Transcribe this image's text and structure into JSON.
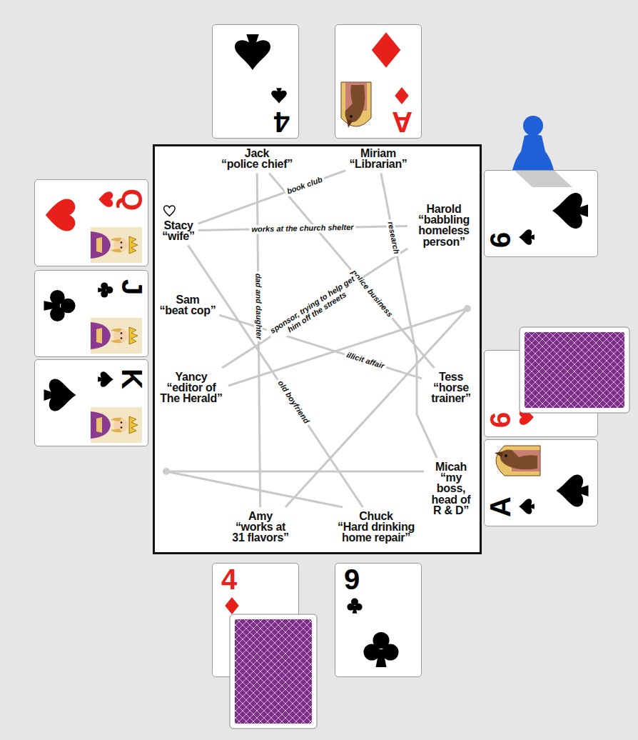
{
  "diagram": {
    "nodes": [
      {
        "text": [
          "Jack",
          "“police chief”"
        ]
      },
      {
        "text": [
          "Miriam",
          "“Librarian”"
        ]
      },
      {
        "text": [
          "Harold",
          "“babbling homeless person”"
        ]
      },
      {
        "text": [
          "Stacy",
          "“wife”"
        ]
      },
      {
        "text": [
          "Sam",
          "“beat cop”"
        ]
      },
      {
        "text": [
          "Yancy",
          "“editor of The Herald”"
        ]
      },
      {
        "text": [
          "Tess",
          "“horse trainer”"
        ]
      },
      {
        "text": [
          "Micah",
          "“my boss, head of R & D”"
        ]
      },
      {
        "text": [
          "Amy",
          "“works at 31 flavors”"
        ]
      },
      {
        "text": [
          "Chuck",
          "“Hard drinking home repair”"
        ]
      }
    ],
    "edges": [
      {
        "from": 3,
        "to": 1,
        "arrow": "none",
        "label": "book club"
      },
      {
        "from": 3,
        "to": 2,
        "arrow": "none",
        "label": "works at the church shelter"
      },
      {
        "from": 0,
        "to": 8,
        "arrow": "none",
        "label": "dad and daughter"
      },
      {
        "from": 0,
        "to": 6,
        "arrow": "none",
        "label": "police business"
      },
      {
        "from": 1,
        "to": 7,
        "arrow": "none",
        "label": "research"
      },
      {
        "from": 2,
        "to": 5,
        "arrow": "none",
        "label": "sponsor, trying to help get him off the streets"
      },
      {
        "from": 4,
        "to": 6,
        "arrow": "none",
        "label": "illicit affair"
      },
      {
        "from": 3,
        "to": 9,
        "arrow": "none",
        "label": "old boyfriend"
      }
    ],
    "labels": [
      "4",
      "A",
      "Q",
      "J",
      "K",
      "6",
      "6",
      "A",
      "4",
      "9"
    ]
  }
}
